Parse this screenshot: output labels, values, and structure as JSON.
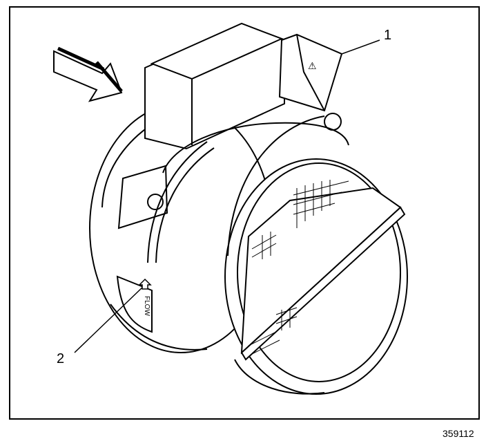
{
  "diagram": {
    "callouts": [
      {
        "id": "callout-1",
        "label": "1"
      },
      {
        "id": "callout-2",
        "label": "2"
      }
    ],
    "flow_label": "FLOW",
    "figure_number": "359112"
  }
}
